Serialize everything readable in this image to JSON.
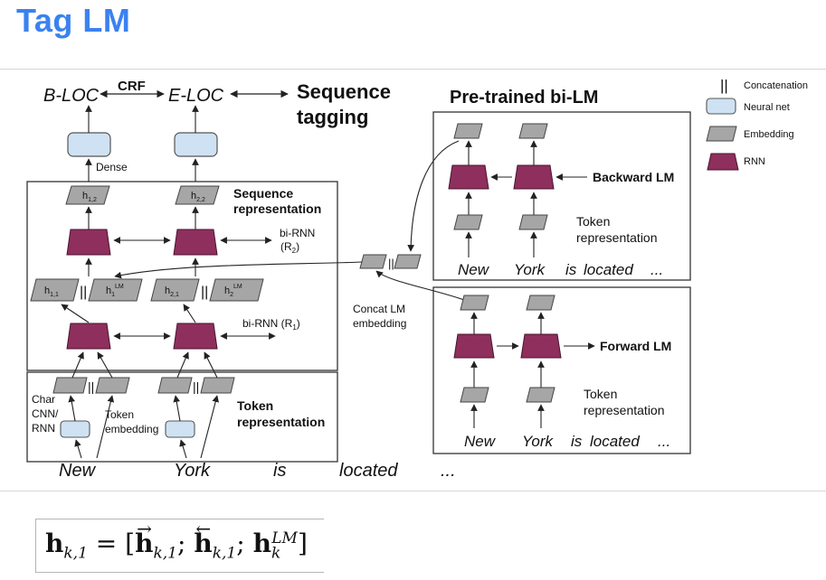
{
  "slide": {
    "title": "Tag LM"
  },
  "diagram": {
    "crf": "CRF",
    "b_loc": "B-LOC",
    "e_loc": "E-LOC",
    "sequence_tagging": [
      "Sequence",
      "tagging"
    ],
    "dense": "Dense",
    "sequence_representation": [
      "Sequence",
      "representation"
    ],
    "h12": {
      "base": "h",
      "sub": "1,2"
    },
    "h22": {
      "base": "h",
      "sub": "2,2"
    },
    "h11": {
      "base": "h",
      "sub": "1,1"
    },
    "h21": {
      "base": "h",
      "sub": "2,1"
    },
    "h1lm": {
      "base": "h",
      "sub": "1",
      "sup": "LM"
    },
    "h2lm": {
      "base": "h",
      "sub": "2",
      "sup": "LM"
    },
    "concat_symbol": "||",
    "birnn_r2": {
      "main": "bi-RNN",
      "paren": "(R",
      "sub": "2",
      "close": ")"
    },
    "birnn_r1": {
      "main": "bi-RNN (R",
      "sub": "1",
      "close": ")"
    },
    "char_cnn": [
      "Char",
      "CNN/",
      "RNN"
    ],
    "token_embedding": [
      "Token",
      "embedding"
    ],
    "token_representation": [
      "Token",
      "representation"
    ],
    "bottom_words": [
      "New",
      "York",
      "is",
      "located",
      "..."
    ],
    "concat_lm": [
      "Concat LM",
      "embedding"
    ],
    "pretrained": "Pre-trained bi-LM",
    "backward_lm": "Backward LM",
    "forward_lm": "Forward LM",
    "lm_token_rep": [
      "Token",
      "representation"
    ],
    "lm_words": [
      "New",
      "York",
      "is",
      "located",
      "..."
    ]
  },
  "legend": [
    {
      "symbol": "||",
      "label": "Concatenation"
    },
    {
      "symbol": "neural-net",
      "label": "Neural net"
    },
    {
      "symbol": "embedding",
      "label": "Embedding"
    },
    {
      "symbol": "rnn",
      "label": "RNN"
    }
  ],
  "colors": {
    "title": "#3b82f0",
    "neural_net_fill": "#cfe2f3",
    "embedding_fill": "#a6a6a6",
    "rnn_fill": "#8e2f5d"
  },
  "formula": {
    "lhs_base": "h",
    "lhs_sub": "k,1",
    "equals": "=",
    "open": "[",
    "fwd_sub": "k,1",
    "sep": ";",
    "bwd_sub": "k,1",
    "lm_sub": "k",
    "lm_sup": "LM",
    "close": "]"
  }
}
